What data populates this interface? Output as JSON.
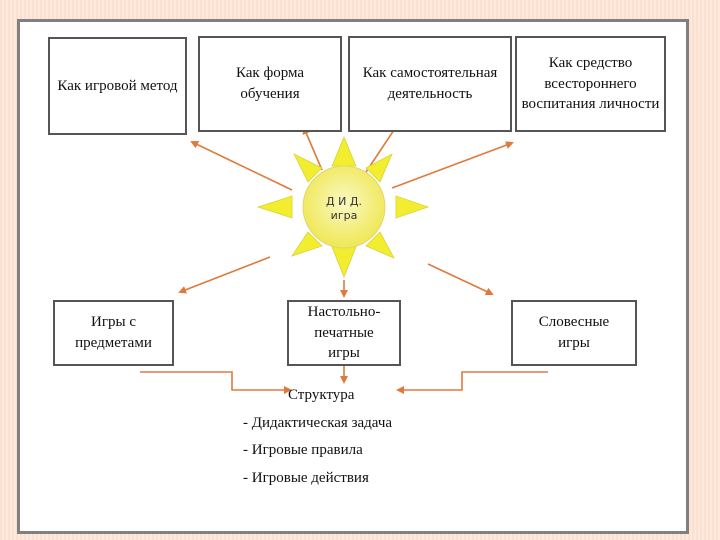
{
  "top_boxes": [
    {
      "label": "Как игровой метод"
    },
    {
      "label": "Как  форма обучения"
    },
    {
      "label": "Как самостоятельная деятельность"
    },
    {
      "label": "Как средство всестороннего воспитания личности"
    }
  ],
  "center": {
    "line1": "Д И Д.",
    "line2": "игра"
  },
  "bottom_boxes": [
    {
      "label": "Игры с предметами"
    },
    {
      "label": "Настольно-печатные игры"
    },
    {
      "label": "Словесные игры"
    }
  ],
  "structure": {
    "title": "Структура",
    "items": [
      "- Дидактическая  задача",
      "- Игровые правила",
      "- Игровые действия"
    ]
  },
  "colors": {
    "arrow": "#e07a3c",
    "sun_ray": "#f2ed2e",
    "sun_core": "#f6f08a",
    "box_border": "#555555"
  }
}
